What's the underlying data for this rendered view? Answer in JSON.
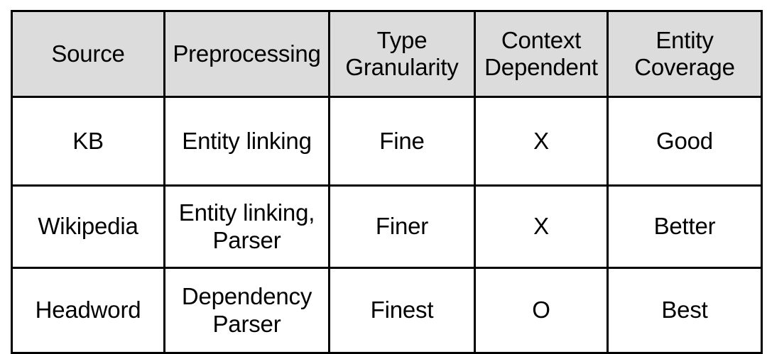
{
  "table": {
    "columns": [
      {
        "id": "source",
        "header_lines": [
          "Source"
        ]
      },
      {
        "id": "preprocessing",
        "header_lines": [
          "Preprocessing"
        ]
      },
      {
        "id": "type_granularity",
        "header_lines": [
          "Type",
          "Granularity"
        ]
      },
      {
        "id": "context_dependent",
        "header_lines": [
          "Context",
          "Dependent"
        ]
      },
      {
        "id": "entity_coverage",
        "header_lines": [
          "Entity",
          "Coverage"
        ]
      }
    ],
    "rows": [
      {
        "source": [
          "KB"
        ],
        "preprocessing": [
          "Entity linking"
        ],
        "type_granularity": [
          "Fine"
        ],
        "context_dependent": [
          "X"
        ],
        "entity_coverage": [
          "Good"
        ]
      },
      {
        "source": [
          "Wikipedia"
        ],
        "preprocessing": [
          "Entity linking,",
          "Parser"
        ],
        "type_granularity": [
          "Finer"
        ],
        "context_dependent": [
          "X"
        ],
        "entity_coverage": [
          "Better"
        ]
      },
      {
        "source": [
          "Headword"
        ],
        "preprocessing": [
          "Dependency",
          "Parser"
        ],
        "type_granularity": [
          "Finest"
        ],
        "context_dependent": [
          "O"
        ],
        "entity_coverage": [
          "Best"
        ]
      }
    ],
    "colors": {
      "header_background": "#dcdcdc",
      "cell_background": "#ffffff",
      "border": "#000000",
      "text": "#000000"
    }
  }
}
